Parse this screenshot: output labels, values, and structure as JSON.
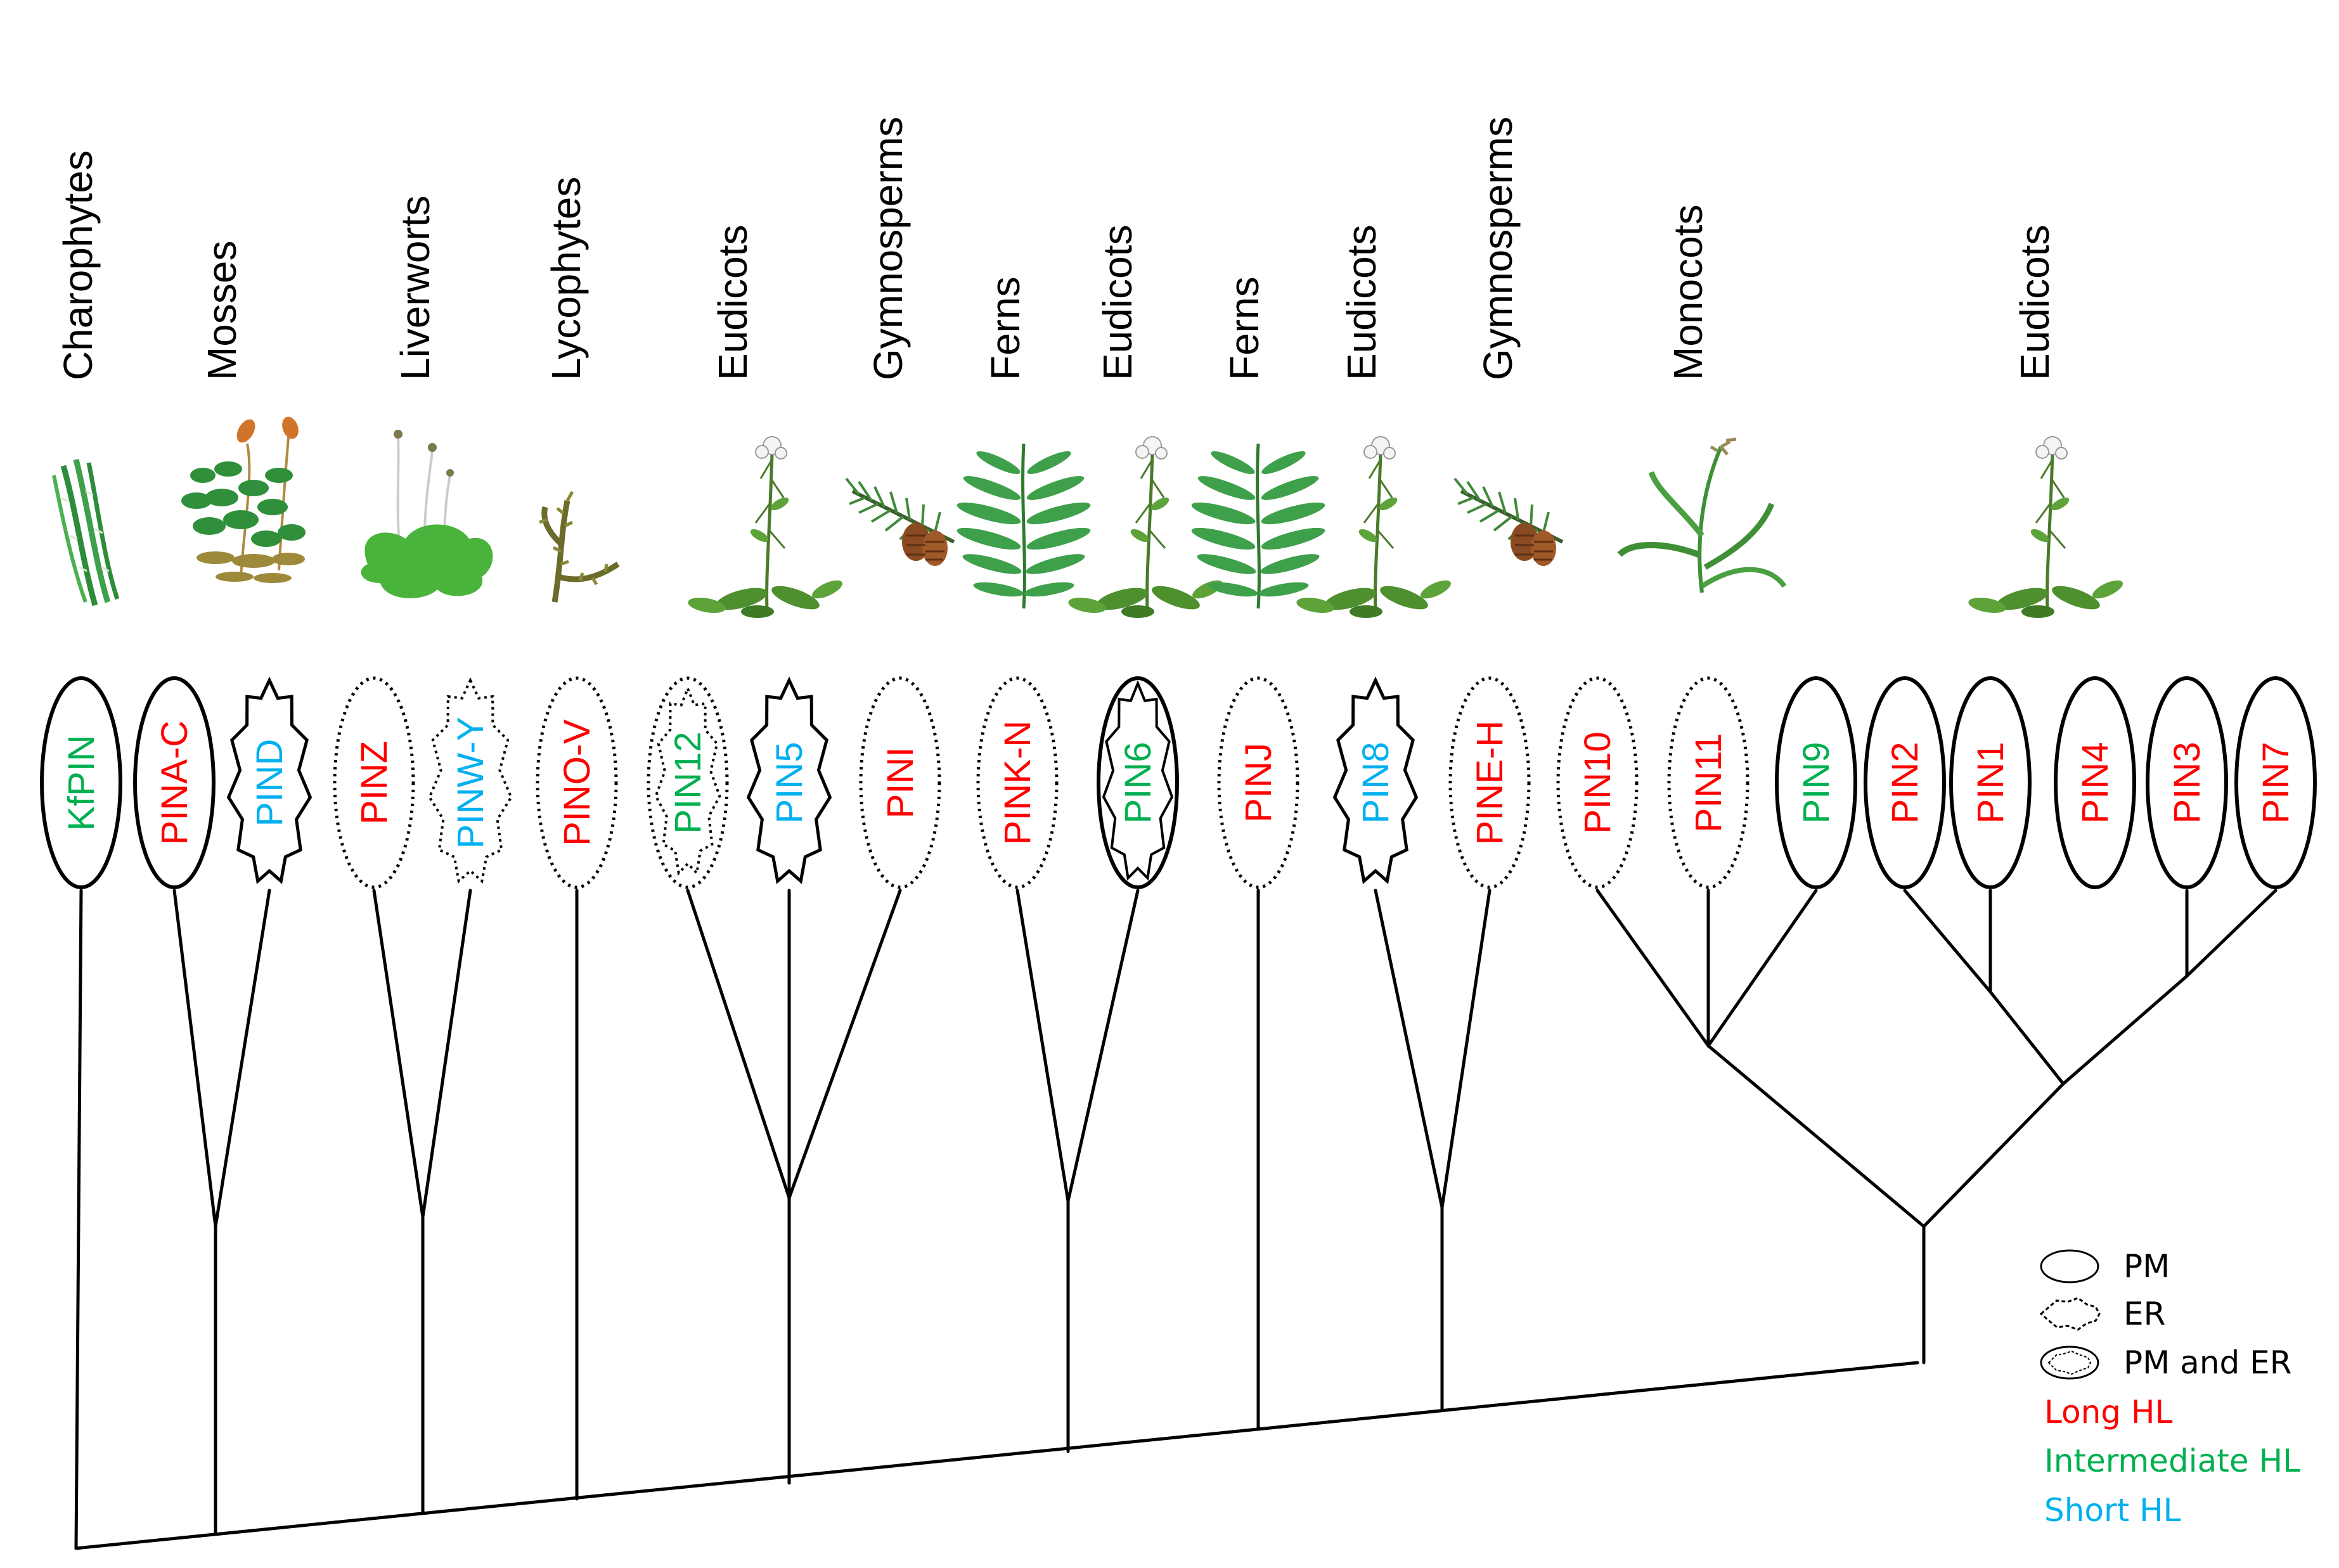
{
  "colors": {
    "long_hl": "#FF0000",
    "intermediate_hl": "#00B050",
    "short_hl": "#00B0F0",
    "line": "#000000"
  },
  "groups": [
    {
      "label": "Charophytes",
      "icon": "charophyte-algae-icon"
    },
    {
      "label": "Mosses",
      "icon": "moss-icon"
    },
    {
      "label": "Liverworts",
      "icon": "liverwort-icon"
    },
    {
      "label": "Lycophytes",
      "icon": "lycophyte-icon"
    },
    {
      "label": "Eudicots",
      "icon": "eudicot-plant-icon"
    },
    {
      "label": "Gymnosperms",
      "icon": "pine-cone-icon"
    },
    {
      "label": "Ferns",
      "icon": "fern-icon"
    },
    {
      "label": "Eudicots",
      "icon": "eudicot-plant-icon"
    },
    {
      "label": "Ferns",
      "icon": "fern-icon"
    },
    {
      "label": "Eudicots",
      "icon": "eudicot-plant-icon"
    },
    {
      "label": "Gymnosperms",
      "icon": "pine-cone-icon"
    },
    {
      "label": "Monocots",
      "icon": "monocot-grass-icon"
    },
    {
      "label": "Eudicots",
      "icon": "eudicot-plant-icon"
    }
  ],
  "pins": [
    {
      "label": "KfPIN",
      "localization": "PM",
      "hl": "intermediate"
    },
    {
      "label": "PINA-C",
      "localization": "PM",
      "hl": "long"
    },
    {
      "label": "PIND",
      "localization": "ER",
      "hl": "short"
    },
    {
      "label": "PINZ",
      "localization": "uncertain",
      "hl": "long"
    },
    {
      "label": "PINW-Y",
      "localization": "ER-uncertain",
      "hl": "short"
    },
    {
      "label": "PINO-V",
      "localization": "uncertain",
      "hl": "long"
    },
    {
      "label": "PIN12",
      "localization": "PM and ER-uncertain",
      "hl": "intermediate"
    },
    {
      "label": "PIN5",
      "localization": "ER",
      "hl": "short"
    },
    {
      "label": "PINI",
      "localization": "uncertain",
      "hl": "long"
    },
    {
      "label": "PINK-N",
      "localization": "uncertain",
      "hl": "long"
    },
    {
      "label": "PIN6",
      "localization": "PM and ER",
      "hl": "intermediate"
    },
    {
      "label": "PINJ",
      "localization": "uncertain",
      "hl": "long"
    },
    {
      "label": "PIN8",
      "localization": "ER",
      "hl": "short"
    },
    {
      "label": "PINE-H",
      "localization": "uncertain",
      "hl": "long"
    },
    {
      "label": "PIN10",
      "localization": "uncertain",
      "hl": "long"
    },
    {
      "label": "PIN11",
      "localization": "uncertain",
      "hl": "long"
    },
    {
      "label": "PIN9",
      "localization": "PM",
      "hl": "intermediate"
    },
    {
      "label": "PIN2",
      "localization": "PM",
      "hl": "long"
    },
    {
      "label": "PIN1",
      "localization": "PM",
      "hl": "long"
    },
    {
      "label": "PIN4",
      "localization": "PM",
      "hl": "long"
    },
    {
      "label": "PIN3",
      "localization": "PM",
      "hl": "long"
    },
    {
      "label": "PIN7",
      "localization": "PM",
      "hl": "long"
    }
  ],
  "legend": {
    "pm": "PM",
    "er": "ER",
    "pm_and_er": "PM and ER",
    "long_hl": "Long HL",
    "intermediate_hl": "Intermediate HL",
    "short_hl": "Short HL"
  }
}
